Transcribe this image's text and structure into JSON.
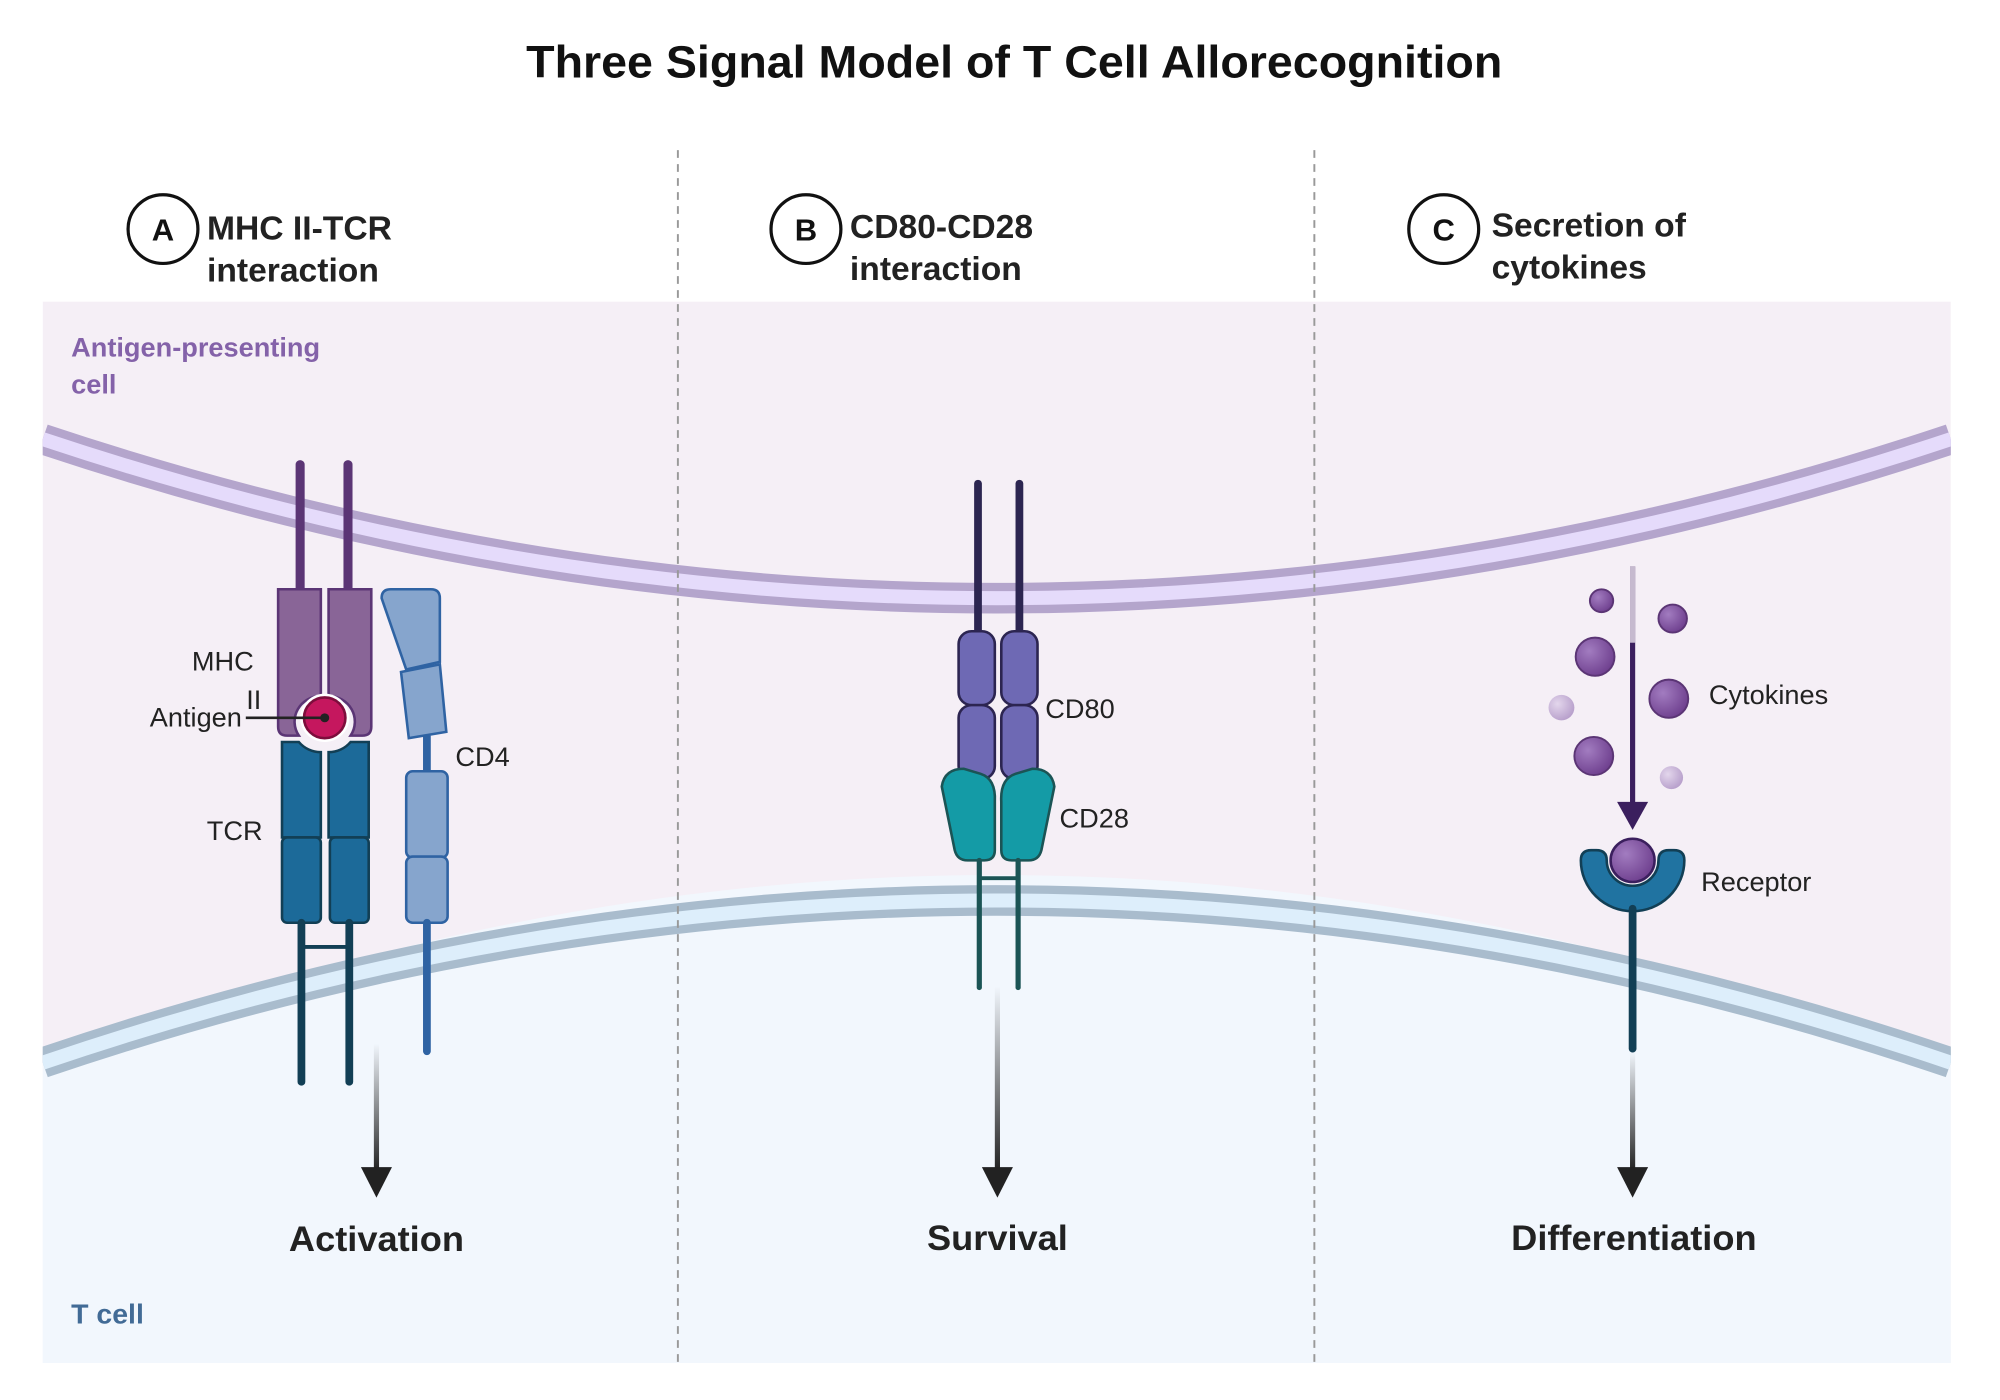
{
  "title": "Three Signal Model of T Cell Allorecognition",
  "colors": {
    "apc_fill": "#f5eff6",
    "apc_membrane": "#b4a5cc",
    "apc_membrane_inner": "#e5dbfb",
    "tcell_fill": "#f2f7fd",
    "tcell_membrane": "#a9bccd",
    "tcell_membrane_inner": "#ddeefb",
    "apc_label": "#8462a9",
    "tcell_label": "#426b96",
    "mhc": "#896597",
    "mhc_stem": "#5b3575",
    "antigen": "#c5175e",
    "tcr": "#1c6a99",
    "tcr_stem": "#123f55",
    "cd4": "#86a5cd",
    "cd4_stem": "#2f63a3",
    "cd80": "#6e69b4",
    "cd80_stem": "#2c2551",
    "cd28": "#149ba6",
    "cd28_stem": "#1b5455",
    "cytokine": "#82539f",
    "cytokine_light": "#c9b5d8",
    "receptor": "#2073a1",
    "arrow": "#222222",
    "divider": "#999999"
  },
  "cells": {
    "apc_label_line1": "Antigen-presenting",
    "apc_label_line2": "cell",
    "tcell_label": "T cell"
  },
  "panels": [
    {
      "letter": "A",
      "title_line1": "MHC II-TCR",
      "title_line2": "interaction",
      "outcome": "Activation",
      "labels": {
        "mhc_line1": "MHC",
        "mhc_line2": "II",
        "antigen": "Antigen",
        "tcr": "TCR",
        "cd4": "CD4"
      }
    },
    {
      "letter": "B",
      "title_line1": "CD80-CD28",
      "title_line2": "interaction",
      "outcome": "Survival",
      "labels": {
        "cd80": "CD80",
        "cd28": "CD28"
      }
    },
    {
      "letter": "C",
      "title_line1": "Secretion of",
      "title_line2": "cytokines",
      "outcome": "Differentiation",
      "labels": {
        "cytokines": "Cytokines",
        "receptor": "Receptor"
      }
    }
  ]
}
